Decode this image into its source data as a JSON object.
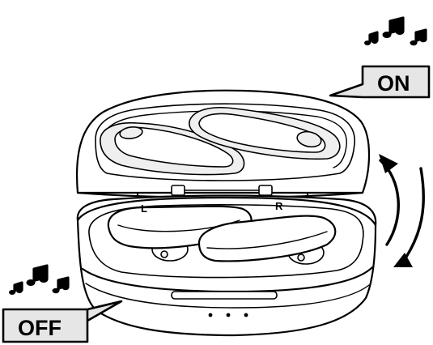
{
  "callouts": {
    "on_label": "ON",
    "off_label": "OFF"
  },
  "earbud_markers": {
    "left": "L",
    "right": "R"
  },
  "case_indicator": {
    "dots": 3
  },
  "icons": {
    "music": "music-notes-icon",
    "rotate": "open-close-arrows-icon"
  },
  "colors": {
    "line": "#000000",
    "fill": "#ffffff",
    "callout_fill": "#e6e6e6"
  }
}
